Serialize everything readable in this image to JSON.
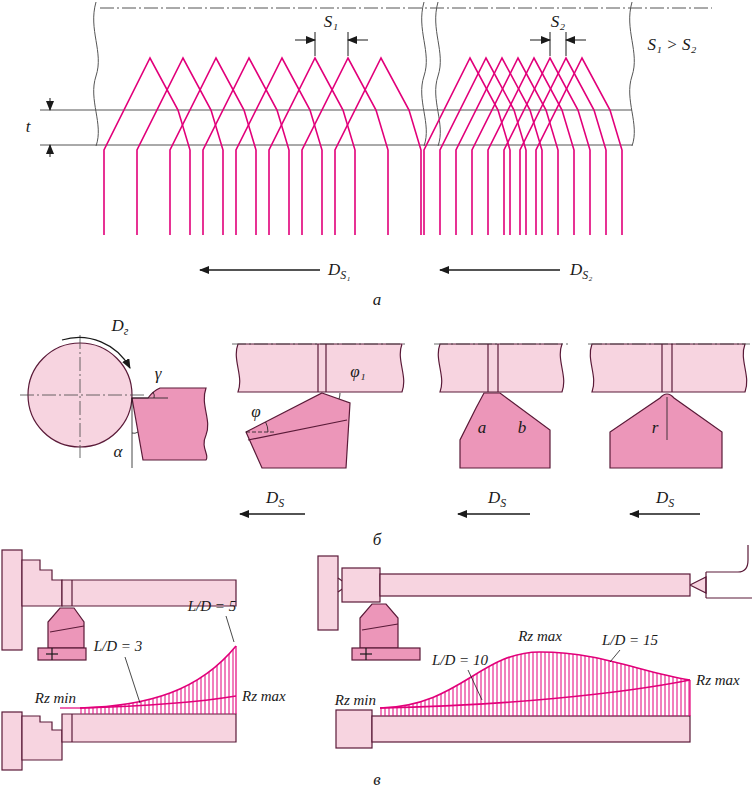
{
  "diagram": {
    "labels": [
      "S₁",
      "S₂",
      "S₁ > S₂",
      "t",
      "DS₁",
      "DS₂",
      "а",
      "Dг",
      "γ",
      "α",
      "φ₁",
      "φ",
      "DS",
      "a",
      "b",
      "DS",
      "r",
      "DS",
      "б",
      "L/D = 3",
      "L/D = 5",
      "Rz min",
      "Rz max",
      "L/D = 10",
      "Rz max",
      "L/D = 15",
      "Rz min",
      "Rz max",
      "в"
    ]
  }
}
